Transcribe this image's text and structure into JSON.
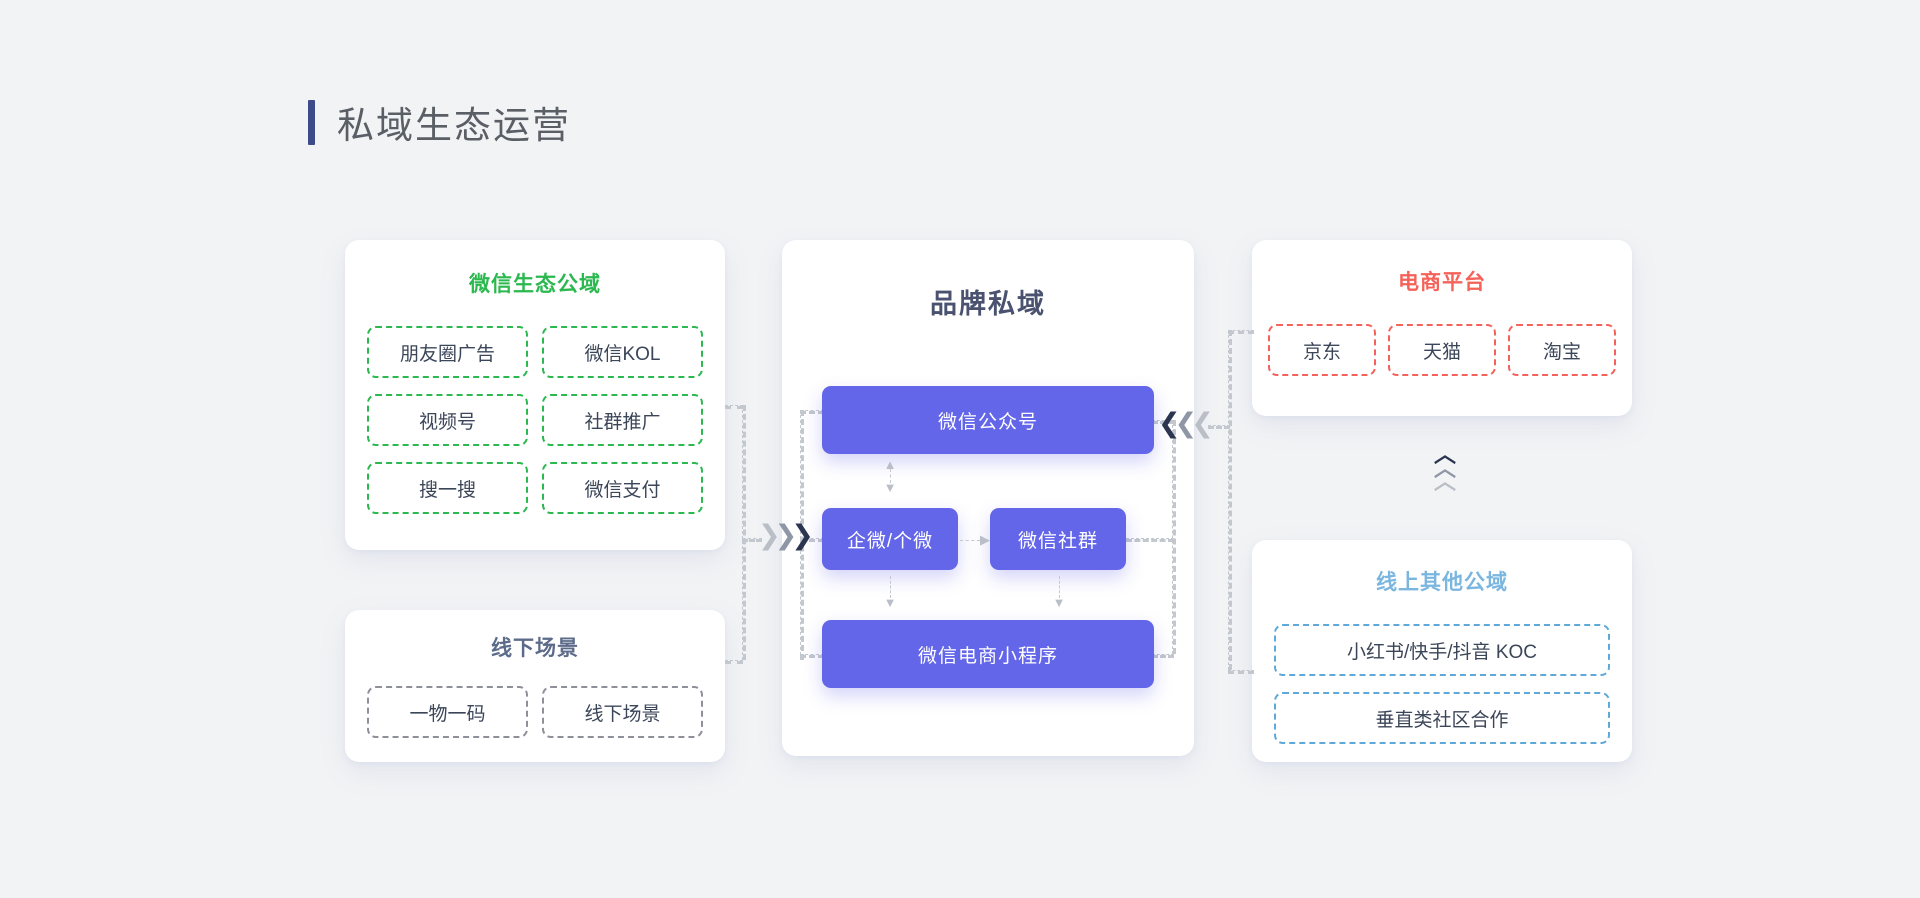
{
  "page": {
    "title": "私域生态运营",
    "background": "#f2f3f5"
  },
  "colors": {
    "accent_bar": "#3f4a8a",
    "wechat_green": "#2bb84f",
    "offline_slate": "#5d6b8a",
    "ecommerce_red": "#f4625a",
    "online_blue": "#7ab6df",
    "brand_purple": "#6366e8",
    "connector_gray": "#c3c7ce"
  },
  "panels": {
    "wechat_public": {
      "title": "微信生态公域",
      "tags": [
        "朋友圈广告",
        "微信KOL",
        "视频号",
        "社群推广",
        "搜一搜",
        "微信支付"
      ]
    },
    "offline": {
      "title": "线下场景",
      "tags": [
        "一物一码",
        "线下场景"
      ]
    },
    "brand": {
      "title": "品牌私域",
      "boxes": {
        "official_account": "微信公众号",
        "enterprise_wechat": "企微/个微",
        "wechat_group": "微信社群",
        "mini_program": "微信电商小程序"
      }
    },
    "ecommerce": {
      "title": "电商平台",
      "tags": [
        "京东",
        "天猫",
        "淘宝"
      ]
    },
    "online_other": {
      "title": "线上其他公域",
      "tags": [
        "小红书/快手/抖音 KOC",
        "垂直类社区合作"
      ]
    }
  },
  "icons": {
    "chevrons_right": "❯❯❯",
    "chevrons_left": "❮❮❮",
    "chevrons_up": "^",
    "arrow_up": "▲",
    "arrow_down": "▼",
    "arrow_right": "▶"
  }
}
